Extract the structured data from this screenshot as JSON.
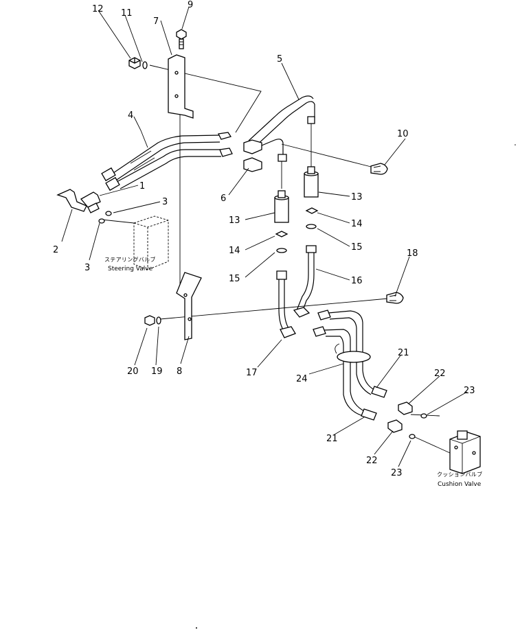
{
  "callouts": {
    "c1": "1",
    "c2": "2",
    "c3a": "3",
    "c3b": "3",
    "c4": "4",
    "c5": "5",
    "c6": "6",
    "c7": "7",
    "c8": "8",
    "c9": "9",
    "c10": "10",
    "c11": "11",
    "c12": "12",
    "c13a": "13",
    "c13b": "13",
    "c14a": "14",
    "c14b": "14",
    "c15a": "15",
    "c15b": "15",
    "c16": "16",
    "c17": "17",
    "c18": "18",
    "c19": "19",
    "c20": "20",
    "c21a": "21",
    "c21b": "21",
    "c22a": "22",
    "c22b": "22",
    "c23a": "23",
    "c23b": "23",
    "c24": "24"
  },
  "labels": {
    "steering_jp": "ステアリングバルブ",
    "steering_en": "Steering Valve",
    "cushion_jp": "クッションバルブ",
    "cushion_en": "Cushion Valve"
  }
}
